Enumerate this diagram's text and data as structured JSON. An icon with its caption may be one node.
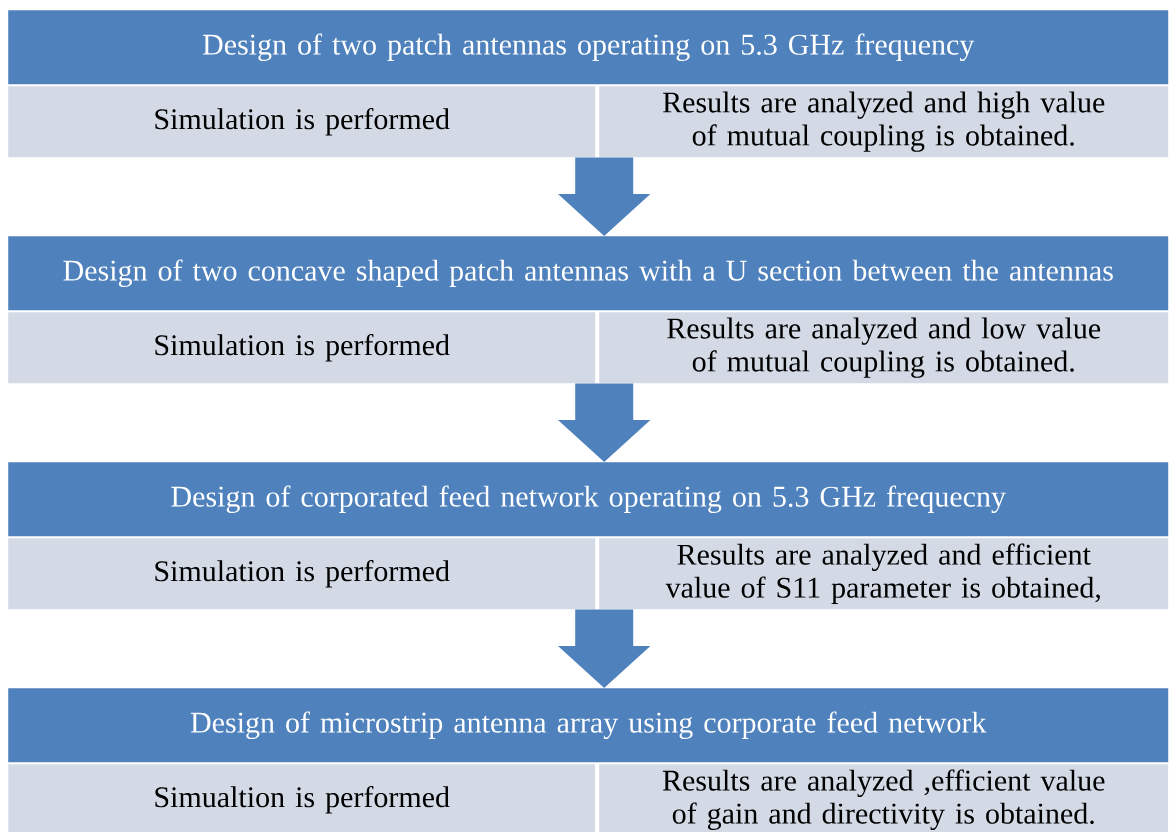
{
  "diagram": {
    "nodes": [
      {
        "text": [
          "Design of two patch antennas operating on 5.3 GHz frequency"
        ]
      },
      {
        "text": [
          "Simulation is performed"
        ]
      },
      {
        "text": [
          "Results are analyzed and high value of mutual coupling is obtained."
        ]
      },
      {
        "text": [
          "Design of two concave shaped patch antennas with a U section between the antennas"
        ]
      },
      {
        "text": [
          "Simulation is performed"
        ]
      },
      {
        "text": [
          "Results are analyzed and low value of mutual coupling is obtained."
        ]
      },
      {
        "text": [
          "Design of corporated feed network operating on 5.3 GHz frequecny"
        ]
      },
      {
        "text": [
          "Simulation is performed"
        ]
      },
      {
        "text": [
          "Results are analyzed and efficient value of S11 parameter is obtained,"
        ]
      },
      {
        "text": [
          "Design of microstrip antenna array using corporate feed network"
        ]
      },
      {
        "text": [
          "Simualtion is performed"
        ]
      },
      {
        "text": [
          "Results are analyzed ,efficient value of gain and directivity is obtained."
        ]
      }
    ],
    "edges": [
      {
        "from": 2,
        "to": 3,
        "arrow": "to"
      },
      {
        "from": 5,
        "to": 6,
        "arrow": "to"
      },
      {
        "from": 8,
        "to": 9,
        "arrow": "to"
      }
    ]
  }
}
